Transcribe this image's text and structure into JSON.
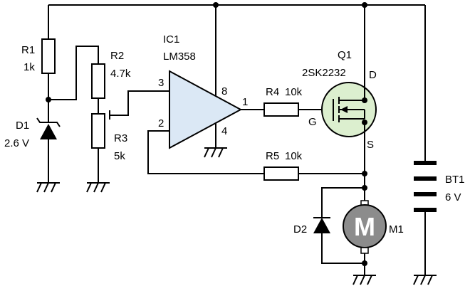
{
  "components": {
    "r1": {
      "ref": "R1",
      "value": "1k"
    },
    "r2": {
      "ref": "R2",
      "value": "4.7k"
    },
    "r3": {
      "ref": "R3",
      "value": "5k"
    },
    "d1": {
      "ref": "D1",
      "value": "2.6 V"
    },
    "ic1": {
      "ref": "IC1",
      "part": "LM358",
      "pin_noninv": "3",
      "pin_inv": "2",
      "pin_vcc": "8",
      "pin_gnd": "4",
      "pin_out": "1"
    },
    "r4": {
      "ref": "R4",
      "value": "10k"
    },
    "r5": {
      "ref": "R5",
      "value": "10k"
    },
    "q1": {
      "ref": "Q1",
      "part": "2SK2232",
      "drain": "D",
      "gate": "G",
      "source": "S"
    },
    "bt1": {
      "ref": "BT1",
      "value": "6 V"
    },
    "d2": {
      "ref": "D2"
    },
    "m1": {
      "ref": "M1",
      "symbol": "M"
    }
  },
  "colors": {
    "opamp_fill": "#dbe8f5",
    "mosfet_fill": "#dcefcf",
    "motor_fill": "#8c8c8c",
    "wire": "#000000"
  }
}
